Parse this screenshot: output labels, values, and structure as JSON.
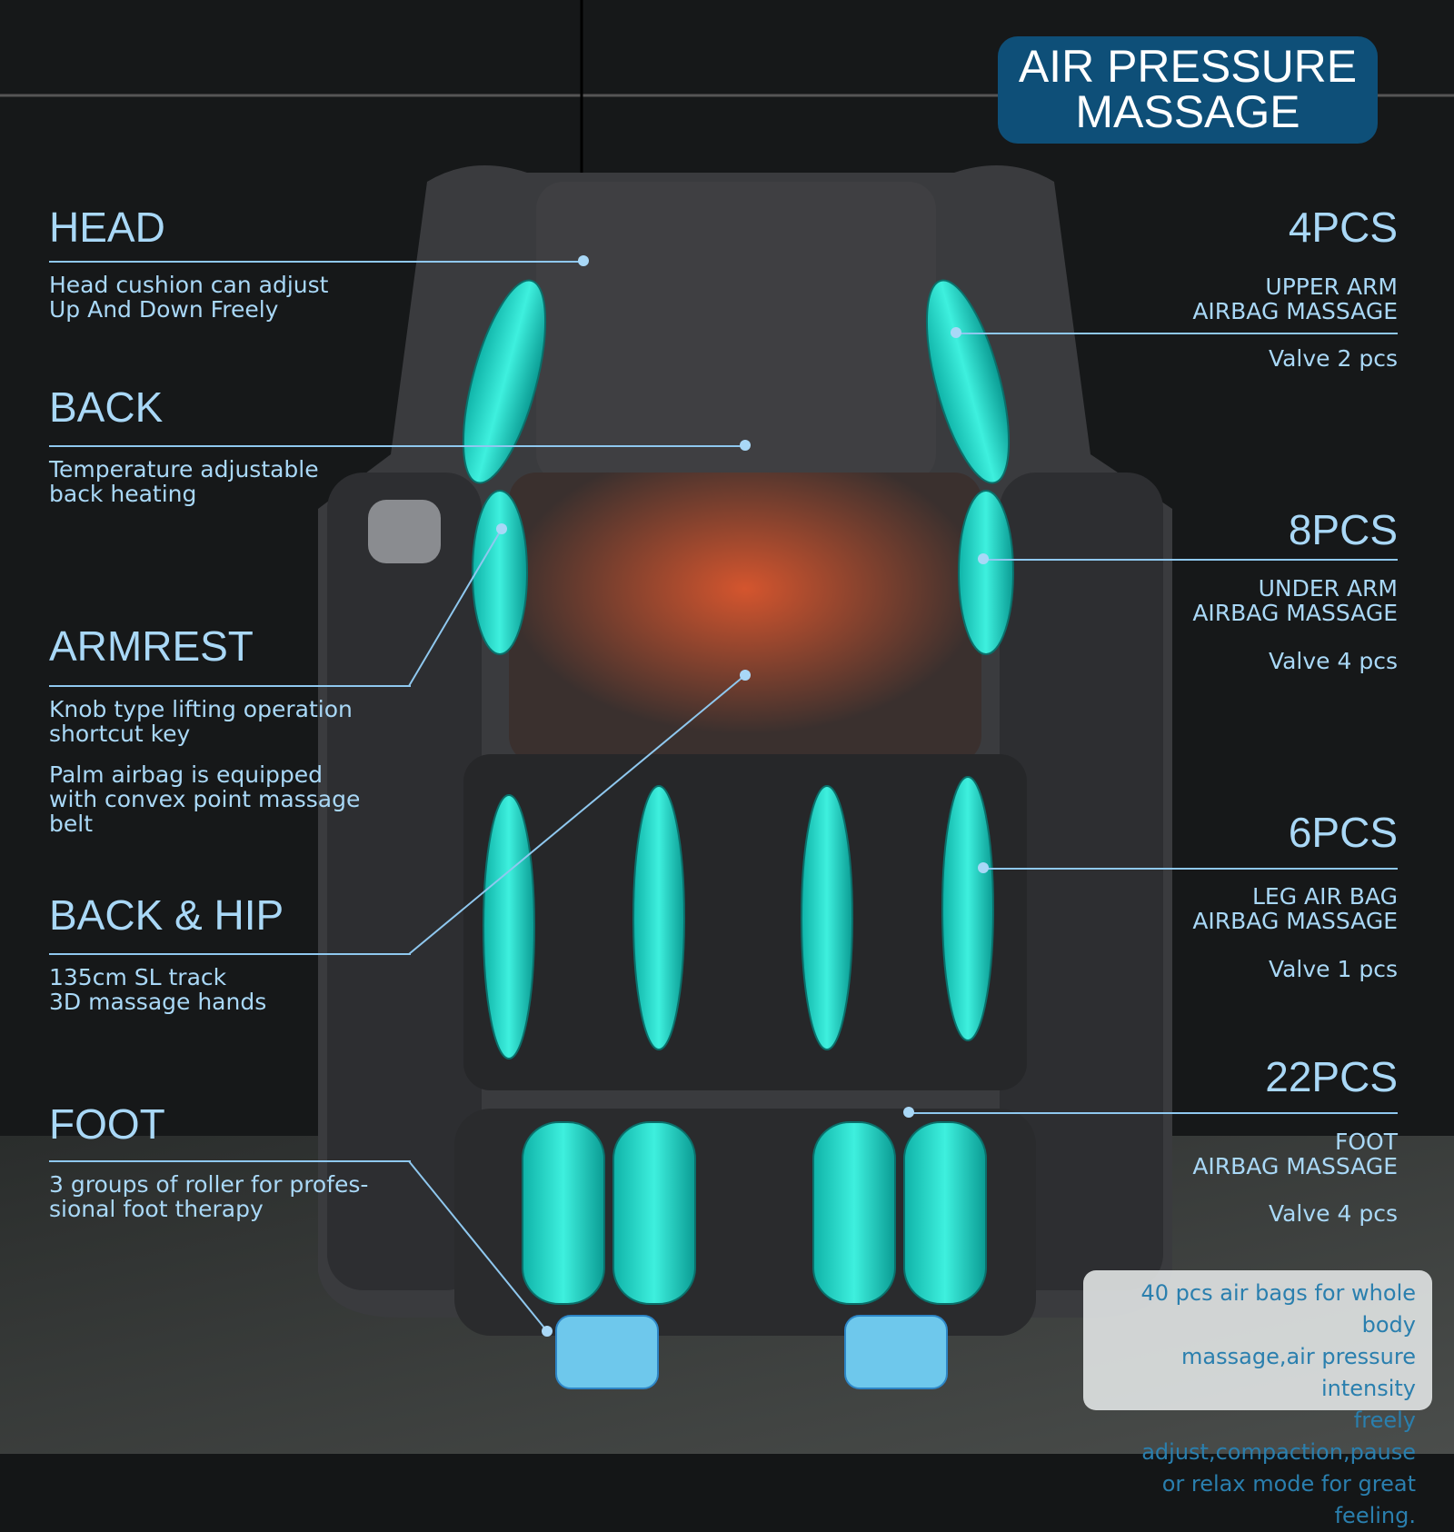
{
  "badge": {
    "line1": "AIR PRESSURE",
    "line2": "MASSAGE"
  },
  "left_features": [
    {
      "title": "HEAD",
      "lines": [
        "Head cushion can adjust",
        "Up And Down Freely"
      ]
    },
    {
      "title": "BACK",
      "lines": [
        "Temperature adjustable",
        "back heating"
      ]
    },
    {
      "title": "ARMREST",
      "lines": [
        "Knob type lifting operation",
        "shortcut key",
        "Palm airbag is equipped",
        "with convex point massage",
        "belt"
      ]
    },
    {
      "title": "BACK & HIP",
      "lines": [
        "135cm SL track",
        "3D massage hands"
      ]
    },
    {
      "title": "FOOT",
      "lines": [
        "3 groups of roller for profes-",
        "sional foot therapy"
      ]
    }
  ],
  "right_features": [
    {
      "count": "4PCS",
      "lines": [
        "UPPER ARM",
        "AIRBAG MASSAGE"
      ],
      "valve": "Valve 2 pcs"
    },
    {
      "count": "8PCS",
      "lines": [
        "UNDER  ARM",
        "AIRBAG MASSAGE"
      ],
      "valve": "Valve 4 pcs"
    },
    {
      "count": "6PCS",
      "lines": [
        "LEG  AIR  BAG",
        "AIRBAG MASSAGE"
      ],
      "valve": "Valve 1 pcs"
    },
    {
      "count": "22PCS",
      "lines": [
        "FOOT",
        "AIRBAG MASSAGE"
      ],
      "valve": "Valve 4 pcs"
    }
  ],
  "note": [
    "40 pcs air bags for whole body",
    "massage,air pressure intensity",
    "freely adjust,compaction,pause",
    "or relax mode for great feeling."
  ],
  "colors": {
    "accent": "#a9d8f7",
    "badge": "#0e4f78",
    "airbag": "#1fd6c8"
  }
}
